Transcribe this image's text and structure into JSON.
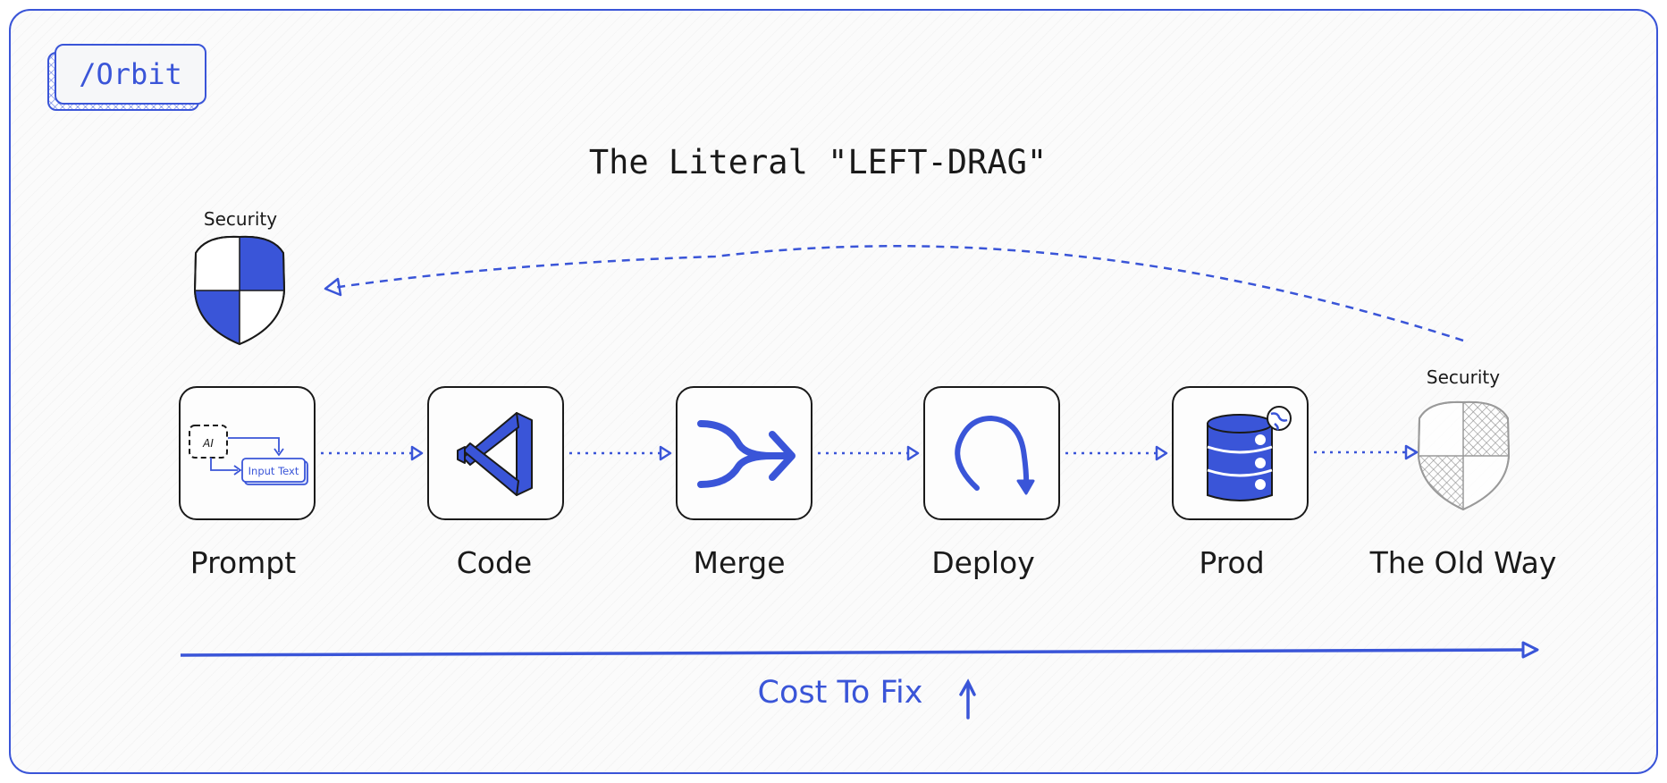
{
  "brand": {
    "logo_text": "/Orbit"
  },
  "diagram": {
    "title": "The Literal \"LEFT-DRAG\"",
    "security_left_label": "Security",
    "security_right_label": "Security",
    "steps": [
      {
        "label": "Prompt",
        "icon": "prompt-ai-icon",
        "inner_ai": "AI",
        "inner_input": "Input Text"
      },
      {
        "label": "Code",
        "icon": "code-editor-icon"
      },
      {
        "label": "Merge",
        "icon": "merge-icon"
      },
      {
        "label": "Deploy",
        "icon": "deploy-arc-arrow-icon"
      },
      {
        "label": "Prod",
        "icon": "database-globe-icon"
      },
      {
        "label": "The Old Way",
        "icon": "shield-hatched-icon"
      }
    ],
    "cost_label": "Cost To Fix"
  },
  "colors": {
    "accent": "#3a55d8",
    "ink": "#1a1a1a",
    "background": "#fbfbfb"
  }
}
